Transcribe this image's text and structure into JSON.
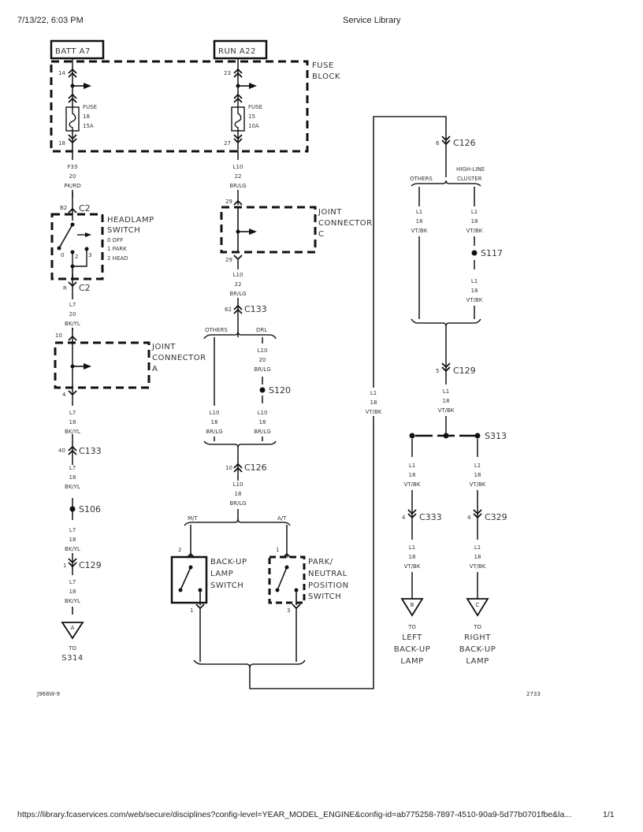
{
  "print_header": {
    "datetime": "7/13/22, 6:03 PM",
    "title": "Service Library"
  },
  "print_footer": {
    "url": "https://library.fcaservices.com/web/secure/disciplines?config-level=YEAR_MODEL_ENGINE&config-id=ab775258-7897-4510-90a9-5d77b0701fbe&la...",
    "page": "1/1"
  },
  "diagram": {
    "figure_id": "J968W-9",
    "figure_number": "2733",
    "sources": {
      "batt": "BATT A7",
      "run": "RUN A22"
    },
    "fuse_block": {
      "label_line1": "FUSE",
      "label_line2": "BLOCK",
      "fuse18": {
        "pin_in": "14",
        "pin_out": "18",
        "l1": "FUSE",
        "l2": "18",
        "l3": "15A"
      },
      "fuse15": {
        "pin_in": "23",
        "pin_out": "27",
        "l1": "FUSE",
        "l2": "15",
        "l3": "10A"
      }
    },
    "wires": {
      "f33": {
        "circuit": "F33",
        "gauge": "20",
        "color": "PK/RD"
      },
      "l10_22a": {
        "circuit": "L10",
        "gauge": "22",
        "color": "BR/LG"
      },
      "l10_22b": {
        "circuit": "L10",
        "gauge": "22",
        "color": "BR/LG"
      },
      "l7_20": {
        "circuit": "L7",
        "gauge": "20",
        "color": "BK/YL"
      },
      "l7_18a": {
        "circuit": "L7",
        "gauge": "18",
        "color": "BK/YL"
      },
      "l7_18b": {
        "circuit": "L7",
        "gauge": "18",
        "color": "BK/YL"
      },
      "l7_18c": {
        "circuit": "L7",
        "gauge": "18",
        "color": "BK/YL"
      },
      "l7_18d": {
        "circuit": "L7",
        "gauge": "18",
        "color": "BK/YL"
      },
      "l10_20": {
        "circuit": "L10",
        "gauge": "20",
        "color": "BR/LG"
      },
      "l10_18a": {
        "circuit": "L10",
        "gauge": "18",
        "color": "BR/LG"
      },
      "l10_18b": {
        "circuit": "L10",
        "gauge": "18",
        "color": "BR/LG"
      },
      "l10_18c": {
        "circuit": "L10",
        "gauge": "18",
        "color": "BR/LG"
      },
      "l1_main": {
        "circuit": "L1",
        "gauge": "18",
        "color": "VT/BK"
      },
      "l1_others": {
        "circuit": "L1",
        "gauge": "18",
        "color": "VT/BK"
      },
      "l1_hl1": {
        "circuit": "L1",
        "gauge": "18",
        "color": "VT/BK"
      },
      "l1_hl2": {
        "circuit": "L1",
        "gauge": "18",
        "color": "VT/BK"
      },
      "l1_c129": {
        "circuit": "L1",
        "gauge": "18",
        "color": "VT/BK"
      },
      "l1_left1": {
        "circuit": "L1",
        "gauge": "18",
        "color": "VT/BK"
      },
      "l1_right1": {
        "circuit": "L1",
        "gauge": "18",
        "color": "VT/BK"
      },
      "l1_left2": {
        "circuit": "L1",
        "gauge": "18",
        "color": "VT/BK"
      },
      "l1_right2": {
        "circuit": "L1",
        "gauge": "18",
        "color": "VT/BK"
      }
    },
    "headlamp_switch": {
      "title1": "HEADLAMP",
      "title2": "SWITCH",
      "pos0": "0 OFF",
      "pos1": "1 PARK",
      "pos2": "2 HEAD",
      "pin_top": "B2",
      "pin_bottom": "R",
      "connector": "C2",
      "contact0": "0",
      "contact2": "2",
      "contact3": "3"
    },
    "joint_c": {
      "l1": "JOINT",
      "l2": "CONNECTOR",
      "l3": "C",
      "pin_top": "29",
      "pin_bottom": "29"
    },
    "joint_a": {
      "l1": "JOINT",
      "l2": "CONNECTOR",
      "l3": "A",
      "pin_top": "10",
      "pin_bottom": "4"
    },
    "connectors": {
      "c133_62": {
        "pin": "62",
        "name": "C133"
      },
      "c133_40": {
        "pin": "40",
        "name": "C133"
      },
      "c126_10": {
        "pin": "10",
        "name": "C126"
      },
      "c126_6": {
        "pin": "6",
        "name": "C126"
      },
      "c129_1": {
        "pin": "1",
        "name": "C129"
      },
      "c129_5": {
        "pin": "5",
        "name": "C129"
      },
      "c333": {
        "pin": "4",
        "name": "C333"
      },
      "c329": {
        "pin": "4",
        "name": "C329"
      }
    },
    "splices": {
      "s106": "S106",
      "s120": "S120",
      "s117": "S117",
      "s313": "S313"
    },
    "branches": {
      "others1": "OTHERS",
      "drl": "DRL",
      "mt": "M/T",
      "at": "A/T",
      "others2": "OTHERS",
      "highline1": "HIGH-LINE",
      "highline2": "CLUSTER"
    },
    "backup_switch": {
      "l1": "BACK-UP",
      "l2": "LAMP",
      "l3": "SWITCH",
      "pin_top": "2",
      "pin_bottom": "1"
    },
    "pn_switch": {
      "l1": "PARK/",
      "l2": "NEUTRAL",
      "l3": "POSITION",
      "l4": "SWITCH",
      "pin_top": "1",
      "pin_bottom": "3"
    },
    "terminals": {
      "a": {
        "letter": "A",
        "to": "TO",
        "dest1": "S314"
      },
      "b": {
        "letter": "B",
        "to": "TO",
        "dest1": "LEFT",
        "dest2": "BACK-UP",
        "dest3": "LAMP"
      },
      "c": {
        "letter": "C",
        "to": "TO",
        "dest1": "RIGHT",
        "dest2": "BACK-UP",
        "dest3": "LAMP"
      }
    }
  }
}
